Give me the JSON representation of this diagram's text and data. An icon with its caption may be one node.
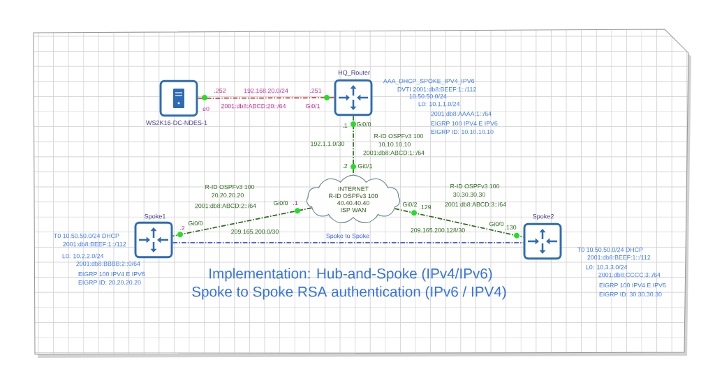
{
  "diagram": {
    "title": "Implementation: Hub-and-Spoke (IPv4/IPv6)",
    "caption": "Spoke to Spoke RSA authentication (IPv6 / IPV4)",
    "nodes": [
      {
        "text": [
          "WS2K16-DC-NDES-1"
        ]
      },
      {
        "text": [
          "HQ_Router"
        ],
        "beside": [
          "AAA_DHCP_SPOKE_IPV4_IPV6",
          "DVTI 2001:db8:BEEF:1::/112",
          "10.50.50.0/24",
          "L0: 10.1.1.0/24",
          "2001:db8:AAAA:1::/64",
          "EIGRP 100 IPV4 E IPV6",
          "EIGRP ID: 10.10.10.10"
        ]
      },
      {
        "text": [
          "INTERNET",
          "R-ID OSPFv3 100",
          "40.40.40.40",
          "ISP WAN"
        ]
      },
      {
        "text": [
          "Spoke1"
        ],
        "beside": [
          "T0 10.50.50.0/24 DHCP",
          "2001:db8:BEEF:1::/112",
          "L0: 10.2.2.0/24",
          "2001:db8:BBBB:2::0/64",
          "EIGRP 100 IPV4 E IPV6",
          "EIGRP ID: 20.20.20.20"
        ]
      },
      {
        "text": [
          "Spoke2"
        ],
        "beside": [
          "T0 10.50.50.0/24 DHCP",
          "2001:db8:BEEF:1::/112",
          "L0: 10.3.3.0/24",
          "2001:db8:CCCC:3::/64",
          "EIGRP 100 IPV4 E IPV6",
          "EIGRP ID: 30.30.30.30"
        ]
      }
    ],
    "edges": [
      {
        "from": 0,
        "to": 1,
        "arrow": "none",
        "label": "192.168.20.0/24",
        "style": "dashed",
        "color": "#cc3333"
      },
      {
        "from": 1,
        "to": 2,
        "arrow": "none",
        "label": "192.1.1.0/30",
        "style": "dashed"
      },
      {
        "from": 2,
        "to": 3,
        "arrow": "none",
        "label": "209.165.200.0/30",
        "style": "dashed"
      },
      {
        "from": 2,
        "to": 4,
        "arrow": "none",
        "label": "209.165.200.128/30",
        "style": "dashed"
      },
      {
        "from": 3,
        "to": 4,
        "arrow": "none",
        "label": "Spoke to Spoke",
        "style": "dashed",
        "color": "#2233dd"
      }
    ],
    "labels": [
      ".252",
      "e0",
      "2001:db8:ABCD:20::/64",
      ".251",
      "Gi0/1",
      ".1",
      "Gi0/0",
      "R-ID OSPFv3 100",
      "10.10.10.10",
      "2001:db8:ABCD:1::/64",
      ".2",
      "Gi0/1",
      "R-ID OSPFv3 100",
      "20.20.20.20",
      "2001:db8:ABCD:2::/64",
      "Gi0/0",
      ".1",
      "R-ID OSPFv3 100",
      "30.30.30.30",
      "2001:db8:ABCD:3::/64",
      "Gi0/2",
      ".129",
      ".2",
      "Gi0/0",
      "Gi0/0",
      ".130"
    ]
  }
}
